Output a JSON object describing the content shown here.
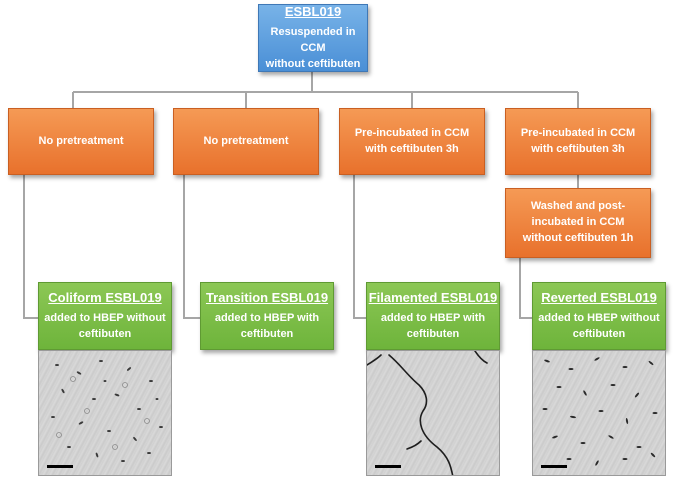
{
  "top_box": {
    "title": "ESBL019",
    "line1": "Resuspended in CCM",
    "line2": "without ceftibuten"
  },
  "branches": [
    {
      "pretreatment": [
        "No pretreatment"
      ],
      "result_title": "Coliform ESBL019",
      "result_lines": [
        "added to HBEP without",
        "ceftibuten"
      ],
      "has_image": true
    },
    {
      "pretreatment": [
        "No pretreatment"
      ],
      "result_title": "Transition ESBL019",
      "result_lines": [
        "added to HBEP with",
        "ceftibuten"
      ],
      "has_image": false
    },
    {
      "pretreatment": [
        "Pre-incubated in CCM",
        "with ceftibuten 3h"
      ],
      "result_title": "Filamented ESBL019",
      "result_lines": [
        "added to HBEP with",
        "ceftibuten"
      ],
      "has_image": true
    },
    {
      "pretreatment": [
        "Pre-incubated in CCM",
        "with ceftibuten 3h"
      ],
      "post_treatment": [
        "Washed and post-",
        "incubated in CCM",
        "without ceftibuten 1h"
      ],
      "result_title": "Reverted ESBL019",
      "result_lines": [
        "added to HBEP without",
        "ceftibuten"
      ],
      "has_image": true
    }
  ],
  "colors": {
    "top_box": "#5b9bdc",
    "pretreatment_box": "#ee7d35",
    "result_box": "#77b843",
    "connector": "#a6a6a6"
  }
}
